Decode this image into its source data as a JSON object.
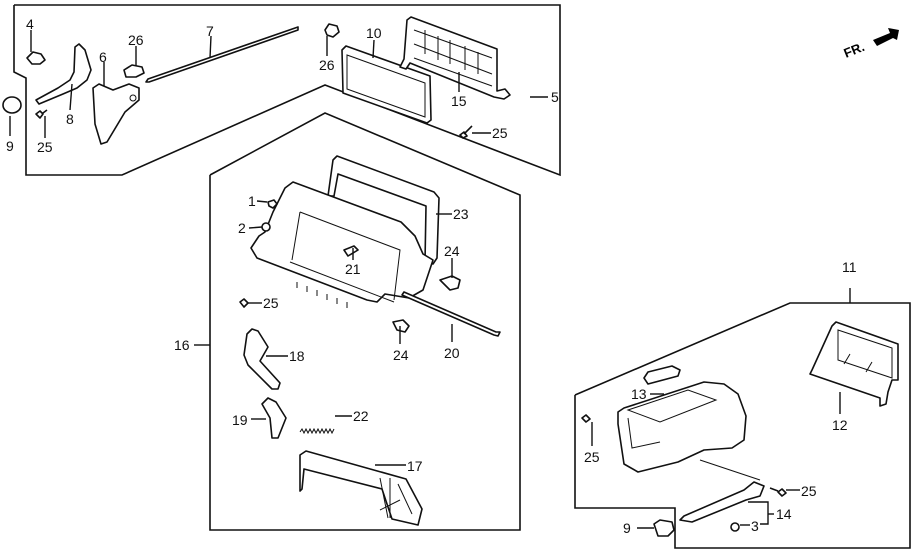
{
  "diagram": {
    "orientation_label": "FR.",
    "ink_color": "#111111",
    "background_color": "#ffffff",
    "groups": [
      {
        "assembly": "5",
        "members": [
          "4",
          "6",
          "7",
          "8",
          "9",
          "10",
          "15",
          "25",
          "26"
        ]
      },
      {
        "assembly": "16",
        "members": [
          "1",
          "2",
          "17",
          "18",
          "19",
          "20",
          "21",
          "22",
          "23",
          "24",
          "25"
        ]
      },
      {
        "assembly": "11",
        "members": [
          "3",
          "9",
          "12",
          "13",
          "14",
          "25"
        ]
      }
    ],
    "callouts": {
      "c4": "4",
      "c26a": "26",
      "c7": "7",
      "c6": "6",
      "c8": "8",
      "c9a": "9",
      "c25a": "25",
      "c26b": "26",
      "c10": "10",
      "c15": "15",
      "c5": "5",
      "c25b": "25",
      "c1": "1",
      "c2": "2",
      "c23": "23",
      "c21": "21",
      "c24a": "24",
      "c25c": "25",
      "c24b": "24",
      "c20": "20",
      "c16": "16",
      "c18": "18",
      "c19": "19",
      "c22": "22",
      "c17": "17",
      "c11": "11",
      "c12": "12",
      "c13": "13",
      "c25d": "25",
      "c25e": "25",
      "c14": "14",
      "c3": "3",
      "c9b": "9"
    }
  }
}
